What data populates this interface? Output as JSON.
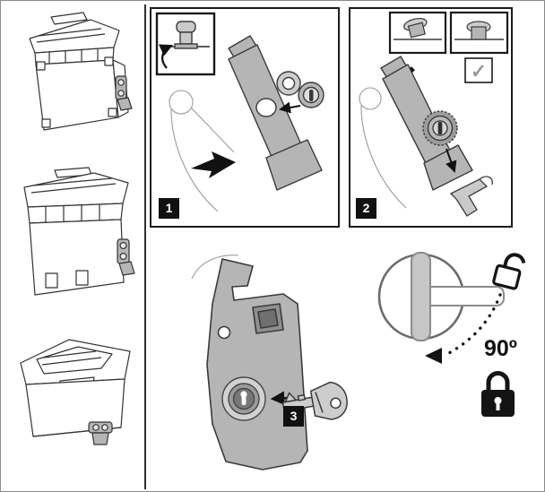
{
  "colors": {
    "background": "#ffffff",
    "outer_border": "#8a8a8a",
    "panel_border": "#1a1a1a",
    "line_art": "#333333",
    "bracket_fill": "#b5b5b5",
    "badge_background": "#111111",
    "badge_text": "#ffffff",
    "correct_mark_gray": "#9a9a9a"
  },
  "left_column": {
    "illustrations": [
      {
        "name": "side-case-with-lock-bracket-three-quarter-view"
      },
      {
        "name": "side-case-with-lock-bracket-front-view"
      },
      {
        "name": "top-case-with-lock-bracket"
      }
    ]
  },
  "steps": [
    {
      "number": "1"
    },
    {
      "number": "2"
    },
    {
      "number": "3"
    }
  ],
  "marks": {
    "incorrect": "✕",
    "correct": "✓"
  },
  "rotation": {
    "angle_label": "90º"
  },
  "icons": {
    "push_button": "push-button-icon",
    "lock_cylinder": "lock-cylinder-icon",
    "retaining_clip": "retaining-clip-icon",
    "key": "key-icon",
    "open_padlock": "open-padlock-icon",
    "closed_padlock": "closed-padlock-icon",
    "incorrect_mark": "x-mark-icon",
    "correct_mark": "check-mark-icon"
  }
}
